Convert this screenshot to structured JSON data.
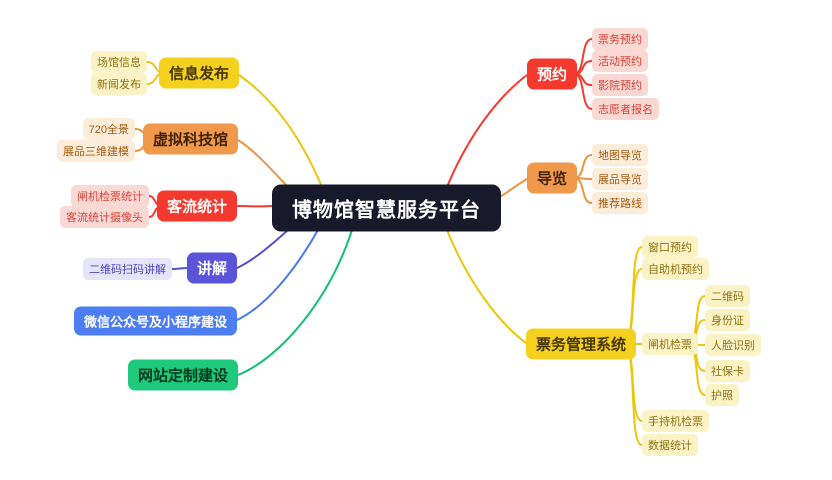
{
  "mindmap": {
    "root": {
      "label": "博物馆智慧服务平台"
    },
    "branches": [
      {
        "label": "信息发布",
        "side": "left",
        "color": "#F4D01F",
        "children": [
          "场馆信息",
          "新闻发布"
        ]
      },
      {
        "label": "虚拟科技馆",
        "side": "left",
        "color": "#F0994B",
        "children": [
          "720全景",
          "展品三维建模"
        ]
      },
      {
        "label": "客流统计",
        "side": "left",
        "color": "#F5392E",
        "children": [
          "闸机检票统计",
          "客流统计摄像头"
        ]
      },
      {
        "label": "讲解",
        "side": "left",
        "color": "#5A55D8",
        "children": [
          "二维码扫码讲解"
        ]
      },
      {
        "label": "微信公众号及小程序建设",
        "side": "left",
        "color": "#4D7DF2",
        "children": []
      },
      {
        "label": "网站定制建设",
        "side": "left",
        "color": "#1EC97B",
        "children": []
      },
      {
        "label": "预约",
        "side": "right",
        "color": "#F5392E",
        "children": [
          "票务预约",
          "活动预约",
          "影院预约",
          "志愿者报名"
        ]
      },
      {
        "label": "导览",
        "side": "right",
        "color": "#F0994B",
        "children": [
          "地图导览",
          "展品导览",
          "推荐路线"
        ]
      },
      {
        "label": "票务管理系统",
        "side": "right",
        "color": "#F4D01F",
        "children": [
          "窗口预约",
          "自助机预约",
          {
            "label": "闸机检票",
            "children": [
              "二维码",
              "身份证",
              "人脸识别",
              "社保卡",
              "护照"
            ]
          },
          "手持机检票",
          "数据统计"
        ]
      }
    ],
    "palette": {
      "root_bg": "#181A2B",
      "root_text": "#FFFFFF",
      "yellow": "#F4D01F",
      "orange": "#F0994B",
      "red": "#F5392E",
      "indigo": "#5A55D8",
      "blue": "#4D7DF2",
      "green": "#1EC97B",
      "light_yellow": "#FBF3C5",
      "light_orange": "#FCEDDB",
      "light_red": "#FAD8D4",
      "light_indigo": "#E5E4F8",
      "canvas_bg": "#FFFFFF"
    }
  }
}
